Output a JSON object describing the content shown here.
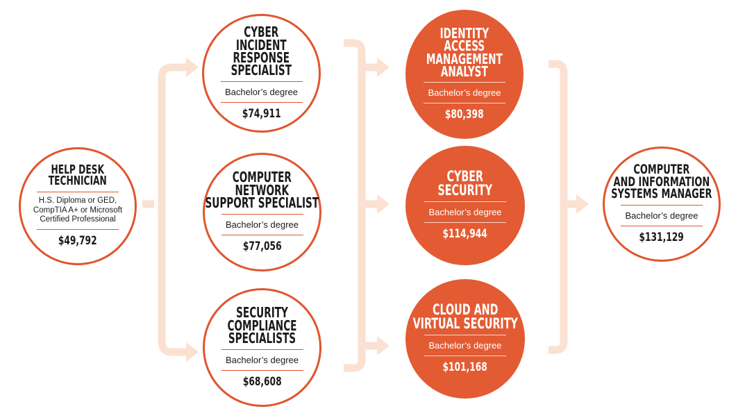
{
  "colors": {
    "accent": "#e0552f",
    "fill": "#e35b33",
    "connector": "#fbe1d2"
  },
  "nodes": {
    "help_desk": {
      "title_lines": [
        "HELP DESK",
        "TECHNICIAN"
      ],
      "degree": "H.S. Diploma or GED, CompTIA A+ or Microsoft Certified Professional",
      "salary": "$49,792"
    },
    "cyber_incident": {
      "title_lines": [
        "CYBER",
        "INCIDENT",
        "RESPONSE",
        "SPECIALIST"
      ],
      "degree": "Bachelor’s degree",
      "salary": "$74,911"
    },
    "network_support": {
      "title_lines": [
        "COMPUTER",
        "NETWORK",
        "SUPPORT SPECIALIST"
      ],
      "degree": "Bachelor’s degree",
      "salary": "$77,056"
    },
    "security_compliance": {
      "title_lines": [
        "SECURITY",
        "COMPLIANCE",
        "SPECIALISTS"
      ],
      "degree": "Bachelor’s degree",
      "salary": "$68,608"
    },
    "identity_access": {
      "title_lines": [
        "IDENTITY",
        "ACCESS",
        "MANAGEMENT",
        "ANALYST"
      ],
      "degree": "Bachelor’s degree",
      "salary": "$80,398"
    },
    "cyber_security": {
      "title_lines": [
        "CYBER",
        "SECURITY"
      ],
      "degree": "Bachelor’s degree",
      "salary": "$114,944"
    },
    "cloud_virtual": {
      "title_lines": [
        "CLOUD AND",
        "VIRTUAL SECURITY"
      ],
      "degree": "Bachelor’s degree",
      "salary": "$101,168"
    },
    "cis_manager": {
      "title_lines": [
        "COMPUTER",
        "AND INFORMATION",
        "SYSTEMS MANAGER"
      ],
      "degree": "Bachelor’s degree",
      "salary": "$131,129"
    }
  }
}
